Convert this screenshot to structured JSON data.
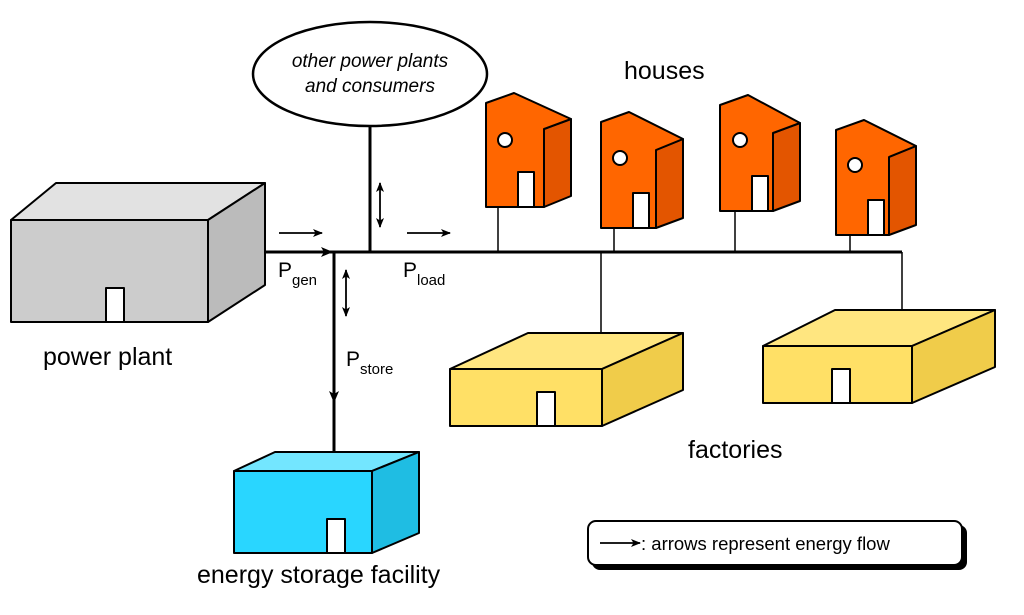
{
  "labels": {
    "power_plant": "power plant",
    "energy_storage": "energy storage facility",
    "houses": "houses",
    "factories": "factories",
    "other_line1": "other power plants",
    "other_line2": "and consumers"
  },
  "flows": {
    "gen": {
      "symbol": "P",
      "sub": "gen"
    },
    "load": {
      "symbol": "P",
      "sub": "load"
    },
    "store": {
      "symbol": "P",
      "sub": "store"
    }
  },
  "legend": {
    "text": ": arrows represent energy flow"
  },
  "colors": {
    "power_plant_front": "#cccccc",
    "power_plant_top": "#e2e2e2",
    "power_plant_side": "#bbbbbb",
    "storage_front": "#29d6ff",
    "storage_top": "#73e6ff",
    "storage_side": "#1fbde3",
    "house_front": "#ff6600",
    "house_side": "#e35500",
    "factory_front": "#ffe066",
    "factory_top": "#ffe680",
    "factory_side": "#f0cc4a",
    "door": "#ffffff",
    "line": "#000000"
  }
}
